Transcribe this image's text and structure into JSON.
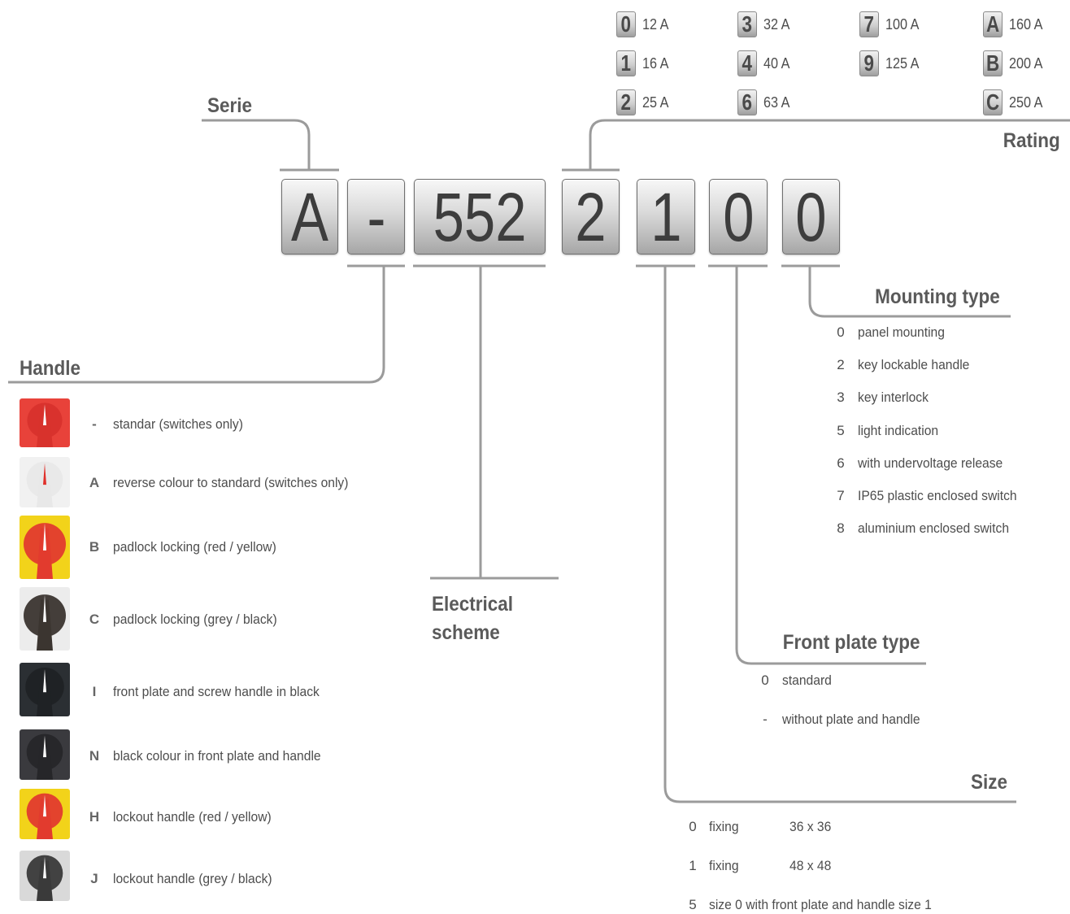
{
  "code": {
    "serie": "A",
    "dash": "-",
    "scheme": "552",
    "rating": "2",
    "size": "1",
    "front_plate": "0",
    "mounting": "0"
  },
  "headings": {
    "serie": "Serie",
    "rating": "Rating",
    "mounting": "Mounting type",
    "handle": "Handle",
    "electrical_line1": "Electrical",
    "electrical_line2": "scheme",
    "front_plate": "Front plate type",
    "size": "Size"
  },
  "ratings": [
    {
      "code": "0",
      "value": "12 A"
    },
    {
      "code": "1",
      "value": "16 A"
    },
    {
      "code": "2",
      "value": "25 A"
    },
    {
      "code": "3",
      "value": "32 A"
    },
    {
      "code": "4",
      "value": "40 A"
    },
    {
      "code": "6",
      "value": "63 A"
    },
    {
      "code": "7",
      "value": "100 A"
    },
    {
      "code": "9",
      "value": "125 A"
    },
    {
      "code": "A",
      "value": "160 A"
    },
    {
      "code": "B",
      "value": "200 A"
    },
    {
      "code": "C",
      "value": "250 A"
    }
  ],
  "mounting_types": [
    {
      "code": "0",
      "label": "panel mounting"
    },
    {
      "code": "2",
      "label": "key lockable handle"
    },
    {
      "code": "3",
      "label": "key interlock"
    },
    {
      "code": "5",
      "label": "light indication"
    },
    {
      "code": "6",
      "label": "with undervoltage release"
    },
    {
      "code": "7",
      "label": "IP65 plastic enclosed switch"
    },
    {
      "code": "8",
      "label": "aluminium enclosed switch"
    }
  ],
  "handles": [
    {
      "code": "-",
      "label": "standar (switches only)",
      "plate_color": "#e8423a",
      "handle_color": "#d8322c"
    },
    {
      "code": "A",
      "label": "reverse colour to standard (switches only)",
      "plate_color": "#f1f1f1",
      "handle_color": "#e8e8e8"
    },
    {
      "code": "B",
      "label": "padlock locking (red / yellow)",
      "plate_color": "#f2d31a",
      "handle_color": "#e23b2e"
    },
    {
      "code": "C",
      "label": "padlock locking (grey / black)",
      "plate_color": "#ececec",
      "handle_color": "#3b3530"
    },
    {
      "code": "I",
      "label": "front plate and screw handle in black",
      "plate_color": "#2b2f33",
      "handle_color": "#1f2225"
    },
    {
      "code": "N",
      "label": "black colour in front plate and handle",
      "plate_color": "#3a3a3e",
      "handle_color": "#262629"
    },
    {
      "code": "H",
      "label": "lockout handle (red / yellow)",
      "plate_color": "#f2d31a",
      "handle_color": "#e23b2e"
    },
    {
      "code": "J",
      "label": "lockout handle (grey / black)",
      "plate_color": "#d9d9d9",
      "handle_color": "#3a3a3a"
    }
  ],
  "front_plate_types": [
    {
      "code": "0",
      "label": "standard"
    },
    {
      "code": "-",
      "label": "without plate and handle"
    }
  ],
  "sizes": [
    {
      "code": "0",
      "label": "fixing",
      "dims": "36 x 36"
    },
    {
      "code": "1",
      "label": "fixing",
      "dims": "48 x 48"
    },
    {
      "code": "5",
      "label": "size 0 with front plate and handle size 1",
      "dims": ""
    }
  ],
  "colors": {
    "line": "#9a9a9a",
    "heading": "#5a5a5a",
    "text": "#4d4d4d"
  }
}
